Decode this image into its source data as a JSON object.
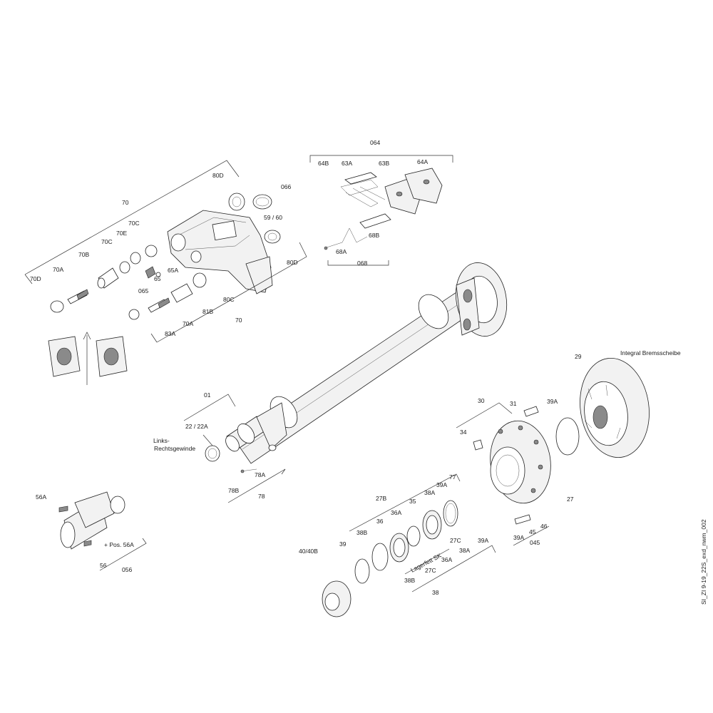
{
  "drawing_id": "SI_ZI 9-19_22S_exd_nwm_002",
  "labels": {
    "l064": "064",
    "l64B": "64B",
    "l63A": "63A",
    "l63B": "63B",
    "l64A": "64A",
    "l68A": "68A",
    "l68B": "68B",
    "l068": "068",
    "l70top": "70",
    "l80D_top": "80D",
    "l066": "066",
    "l59_60": "59 / 60",
    "l70C_a": "70C",
    "l70E": "70E",
    "l70C_b": "70C",
    "l70B": "70B",
    "l70A_a": "70A",
    "l70D": "70D",
    "l65A": "65A",
    "l065": "065",
    "l65": "65",
    "l80D_r": "80D",
    "l80C": "80C",
    "l81B": "81B",
    "l70A_b": "70A",
    "l83A": "83A",
    "l70bot": "70",
    "l01": "01",
    "l22_22A": "22 / 22A",
    "l_links": "Links-",
    "l_rechts": "Rechtsgewinde",
    "l78A": "78A",
    "l78B": "78B",
    "l78": "78",
    "l56A": "56A",
    "l_pos56A": "+ Pos. 56A",
    "l56": "56",
    "l056": "056",
    "l29": "29",
    "l_integral": "Integral Bremsscheibe",
    "l30": "30",
    "l31": "31",
    "l39A_top": "39A",
    "l34": "34",
    "l27": "27",
    "l77": "77",
    "l39A_b": "39A",
    "l27B": "27B",
    "l38A_a": "38A",
    "l35": "35",
    "l36A_a": "36A",
    "l36": "36",
    "l38B_a": "38B",
    "l39": "39",
    "l40_40B": "40/40B",
    "l_lagerfett": "Lagerfett SK",
    "l27C_a": "27C",
    "l39A_c": "39A",
    "l38A_b": "38A",
    "l36A_b": "36A",
    "l27C_b": "27C",
    "l38B_b": "38B",
    "l38": "38",
    "l46": "46",
    "l45": "45",
    "l39A_d": "39A",
    "l045": "045"
  }
}
